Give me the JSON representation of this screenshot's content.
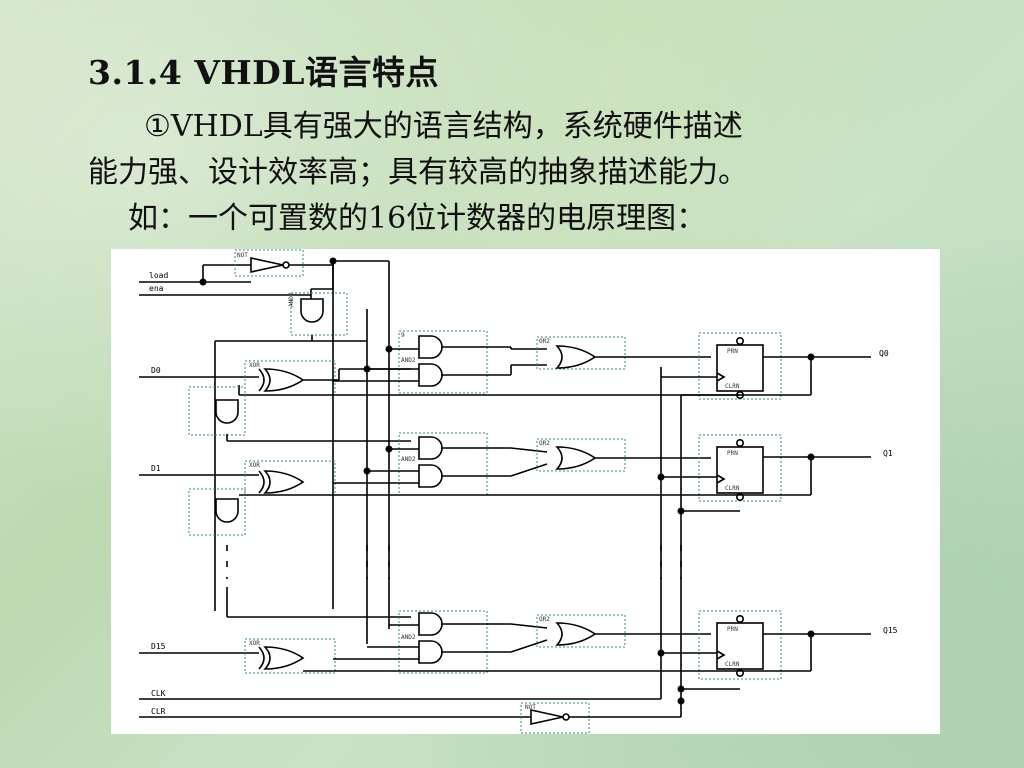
{
  "slide": {
    "title": "3.1.4   VHDL语言特点",
    "line1": "①VHDL具有强大的语言结构，系统硬件描述",
    "line2": "能力强、设计效率高；具有较高的抽象描述能力。",
    "line3": "如：一个可置数的16位计数器的电原理图："
  },
  "figure": {
    "inputs": {
      "load": "load",
      "ena": "ena",
      "d0": "D0",
      "d1": "D1",
      "d15": "D15",
      "clk": "CLK",
      "clr": "CLR"
    },
    "outputs": {
      "q0": "Q0",
      "q1": "Q1",
      "q15": "Q15"
    },
    "gates": {
      "not": "NOT",
      "and2": "AND2",
      "or2": "OR2",
      "xor": "XOR",
      "prn": "PRN",
      "clrn": "CLRN"
    }
  },
  "colors": {
    "accent": "#3a8a7a"
  }
}
